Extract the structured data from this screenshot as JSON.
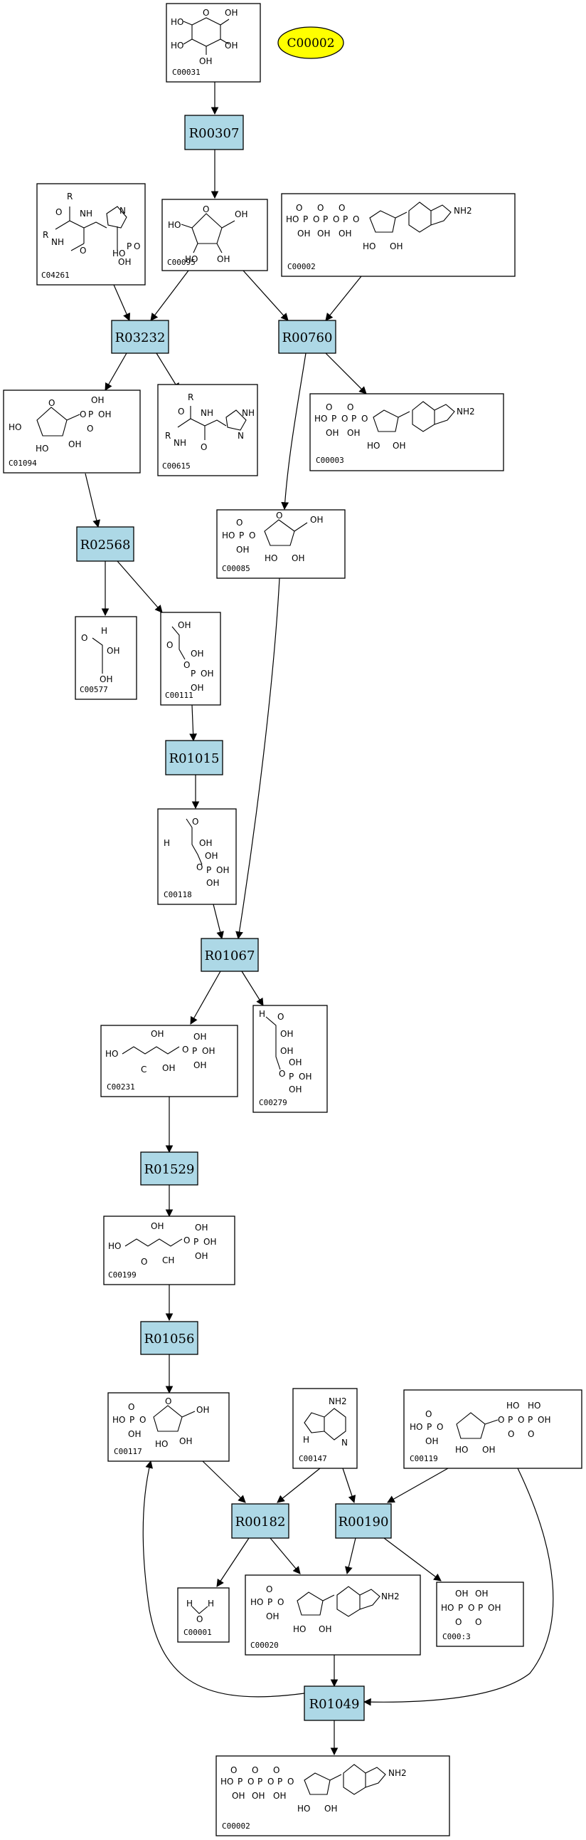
{
  "compounds": [
    {
      "id": "c00031_top",
      "label": "C00031"
    },
    {
      "id": "c00095",
      "label": "C00095"
    },
    {
      "id": "c04261",
      "label": "C04261"
    },
    {
      "id": "c00002_a",
      "label": "C00002"
    },
    {
      "id": "c01094",
      "label": "C01094"
    },
    {
      "id": "c00615",
      "label": "C00615"
    },
    {
      "id": "c00003",
      "label": "C00003"
    },
    {
      "id": "c00085",
      "label": "C00085"
    },
    {
      "id": "c00577",
      "label": "C00577"
    },
    {
      "id": "c00111",
      "label": "C00111"
    },
    {
      "id": "c00118",
      "label": "C00118"
    },
    {
      "id": "c00231",
      "label": "C00231"
    },
    {
      "id": "c00279",
      "label": "C00279"
    },
    {
      "id": "c00199",
      "label": "C00199"
    },
    {
      "id": "c00117",
      "label": "C00117"
    },
    {
      "id": "c00147",
      "label": "C00147"
    },
    {
      "id": "c00119",
      "label": "C00119"
    },
    {
      "id": "c00001",
      "label": "C00001"
    },
    {
      "id": "c00020",
      "label": "C00020"
    },
    {
      "id": "c00013",
      "label": "C000:3"
    },
    {
      "id": "c00002_b",
      "label": "C00002"
    }
  ],
  "reactions": [
    {
      "id": "r00307",
      "label": "R00307"
    },
    {
      "id": "r03232",
      "label": "R03232"
    },
    {
      "id": "r00760",
      "label": "R00760"
    },
    {
      "id": "r02568",
      "label": "R02568"
    },
    {
      "id": "r01015",
      "label": "R01015"
    },
    {
      "id": "r01067",
      "label": "R01067"
    },
    {
      "id": "r01529",
      "label": "R01529"
    },
    {
      "id": "r01056",
      "label": "R01056"
    },
    {
      "id": "r00182",
      "label": "R00182"
    },
    {
      "id": "r00190",
      "label": "R00190"
    },
    {
      "id": "r01049",
      "label": "R01049"
    }
  ],
  "highlight": {
    "label": "C00002",
    "color": "#ffff00"
  },
  "colors": {
    "reaction_fill": "#add8e6",
    "compound_fill": "#ffffff",
    "line": "#000000"
  },
  "chem": {
    "ho": "HO",
    "oh": "OH",
    "o": "O",
    "p": "P",
    "h": "H",
    "c": "C",
    "ch": "CH",
    "r": "R",
    "n": "N",
    "nh": "NH",
    "nh2": "NH2",
    "h2o": "H  H",
    "hn": "H"
  }
}
